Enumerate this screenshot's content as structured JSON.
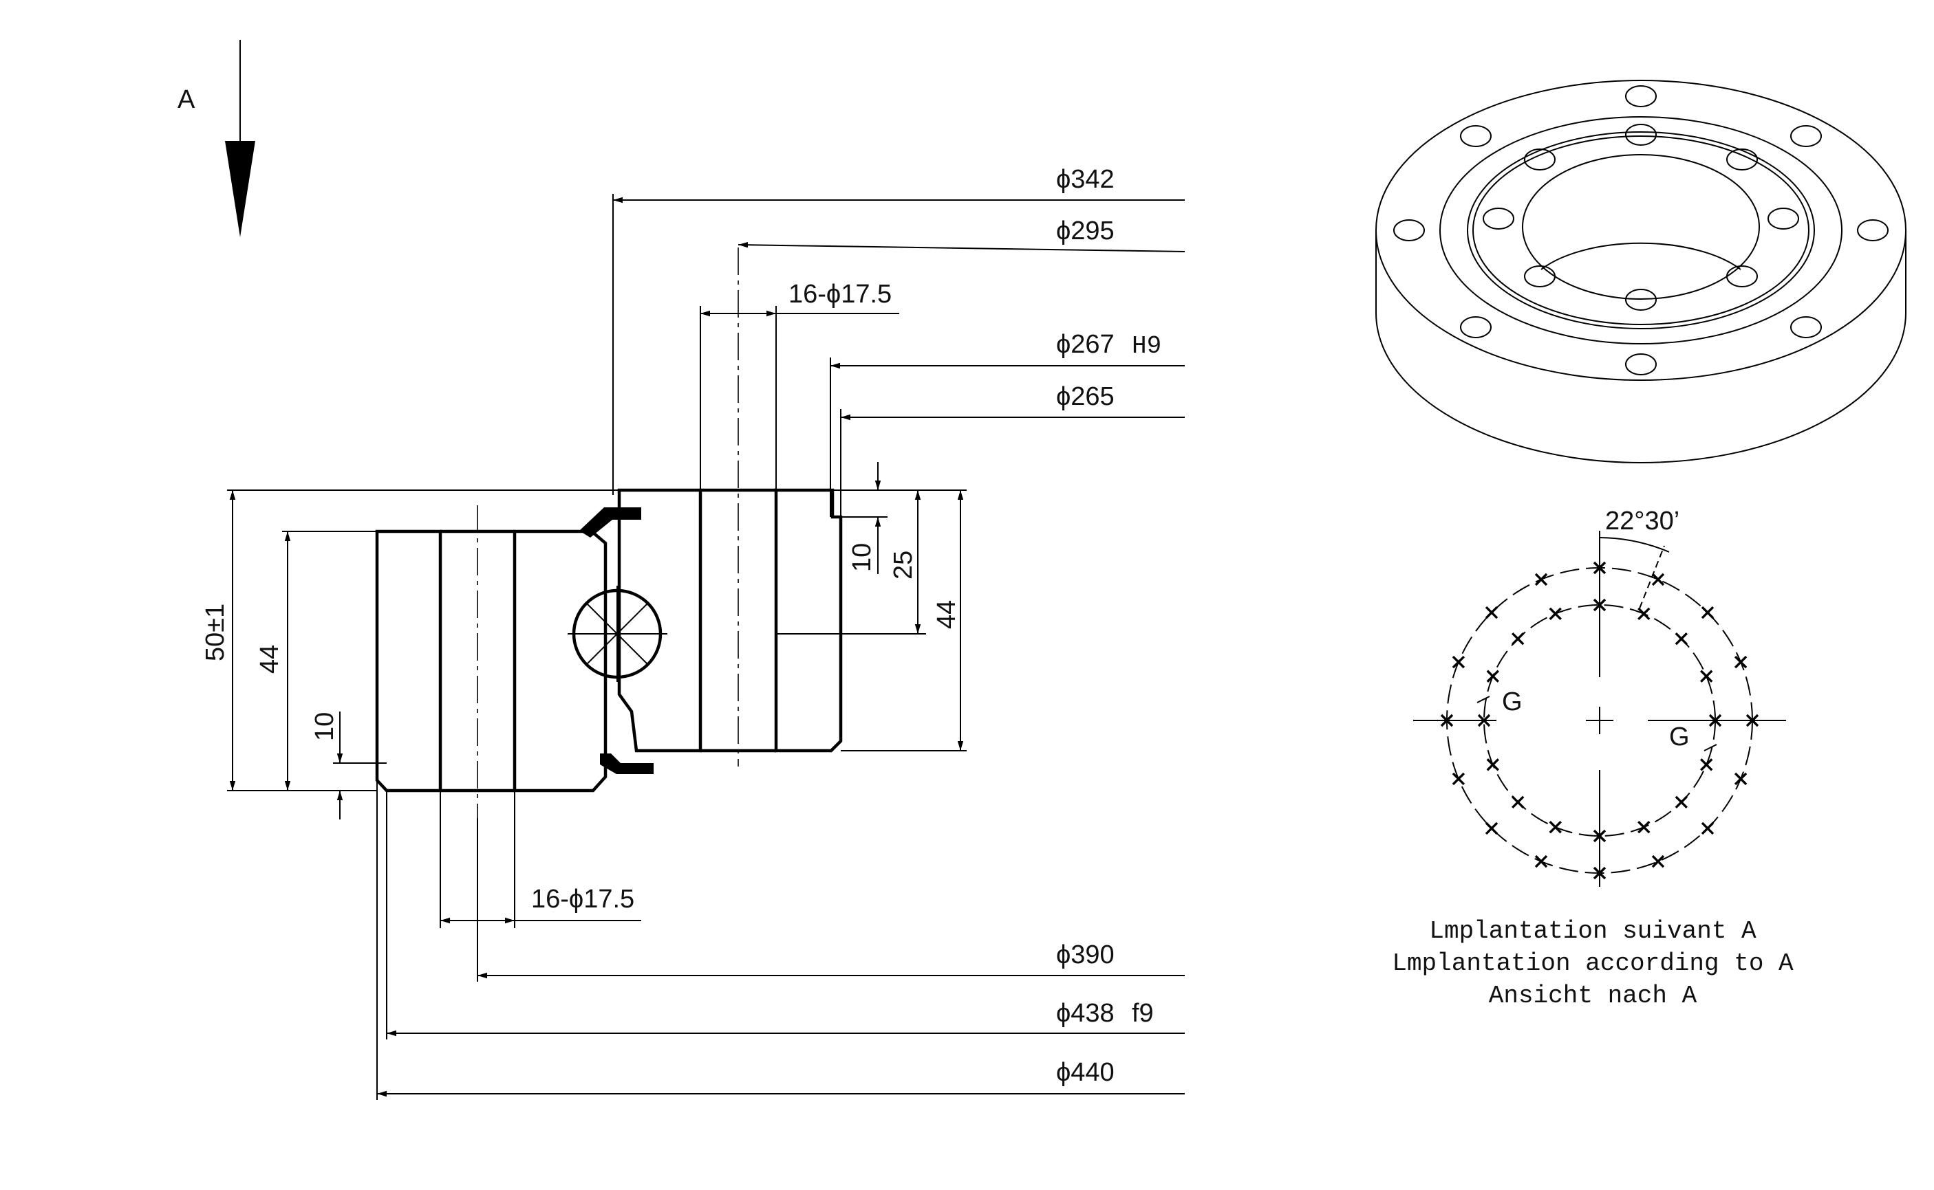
{
  "view_arrow": {
    "label": "A"
  },
  "dimensions": {
    "d342": "ϕ342",
    "d295": "ϕ295",
    "holes_top": "16-ϕ17.5",
    "d267": "ϕ267",
    "d267_tol": "H9",
    "d265": "ϕ265",
    "d390": "ϕ390",
    "d438": "ϕ438",
    "d438_tol": "f9",
    "d440": "ϕ440",
    "holes_bottom": "16-ϕ17.5",
    "h50": "50±1",
    "h44_left": "44",
    "h10_left": "10",
    "h10_right": "10",
    "h25": "25",
    "h44_right": "44"
  },
  "hole_pattern": {
    "angle": "22°30’",
    "marker_left": "G",
    "marker_right": "G"
  },
  "caption": {
    "line1": "Lmplantation suivant A",
    "line2": "Lmplantation according to A",
    "line3": "Ansicht nach A"
  },
  "colors": {
    "ink": "#000000",
    "background": "#ffffff"
  }
}
